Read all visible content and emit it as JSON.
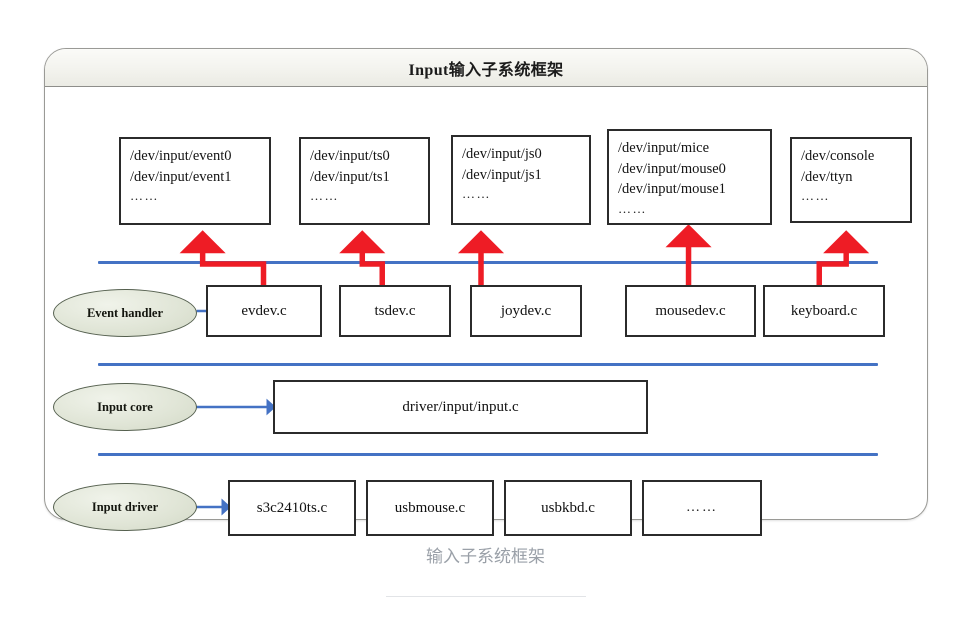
{
  "frame": {
    "title": "Input输入子系统框架"
  },
  "caption": "输入子系统框架",
  "colors": {
    "separator_blue": "#4472c4",
    "connector_red": "#ee1c25",
    "connector_blue": "#4472c4",
    "box_border": "#2b2b2b",
    "ellipse_fill": "#dfe4d5",
    "frame_border": "#9a9a96",
    "caption_gray": "#9aa0a8"
  },
  "device_nodes": [
    {
      "id": "event",
      "lines": [
        "/dev/input/event0",
        "/dev/input/event1"
      ],
      "ellipsis": "……"
    },
    {
      "id": "ts",
      "lines": [
        "/dev/input/ts0",
        "/dev/input/ts1"
      ],
      "ellipsis": "……"
    },
    {
      "id": "js",
      "lines": [
        "/dev/input/js0",
        "/dev/input/js1"
      ],
      "ellipsis": "……"
    },
    {
      "id": "mice",
      "lines": [
        "/dev/input/mice",
        "/dev/input/mouse0",
        "/dev/input/mouse1"
      ],
      "ellipsis": "……"
    },
    {
      "id": "console",
      "lines": [
        "/dev/console",
        "/dev/ttyn"
      ],
      "ellipsis": "……"
    }
  ],
  "layers": {
    "event_handler": {
      "role_label": "Event handler",
      "boxes": [
        {
          "label": "evdev.c"
        },
        {
          "label": "tsdev.c"
        },
        {
          "label": "joydev.c"
        },
        {
          "label": "mousedev.c"
        },
        {
          "label": "keyboard.c"
        }
      ]
    },
    "input_core": {
      "role_label": "Input core",
      "boxes": [
        {
          "label": "driver/input/input.c"
        }
      ]
    },
    "input_driver": {
      "role_label": "Input driver",
      "boxes": [
        {
          "label": "s3c2410ts.c"
        },
        {
          "label": "usbmouse.c"
        },
        {
          "label": "usbkbd.c"
        },
        {
          "label": "……"
        }
      ]
    }
  }
}
